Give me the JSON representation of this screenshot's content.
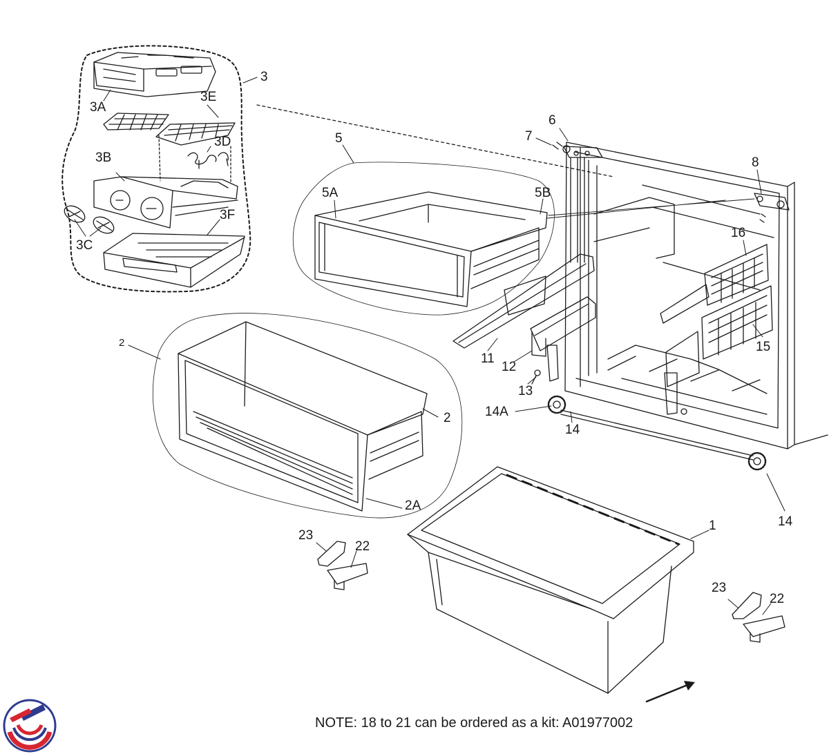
{
  "diagram": {
    "labels": {
      "l3": "3",
      "l3A": "3A",
      "l3B": "3B",
      "l3C": "3C",
      "l3D": "3D",
      "l3E": "3E",
      "l3F": "3F",
      "l5": "5",
      "l5A": "5A",
      "l5B": "5B",
      "l6": "6",
      "l7": "7",
      "l8": "8",
      "l16": "16",
      "l15": "15",
      "l11": "11",
      "l12": "12",
      "l13": "13",
      "l14A": "14A",
      "l14a": "14",
      "l14b": "14",
      "l2small": "2",
      "l2": "2",
      "l2A": "2A",
      "l1": "1",
      "l23a": "23",
      "l22a": "22",
      "l23b": "23",
      "l22b": "22"
    },
    "note": "NOTE: 18 to 21 can be ordered as a kit: A01977002"
  },
  "colors": {
    "line": "#1a1a1a",
    "logo_red": "#d62631",
    "logo_blue": "#2f3b8f"
  }
}
